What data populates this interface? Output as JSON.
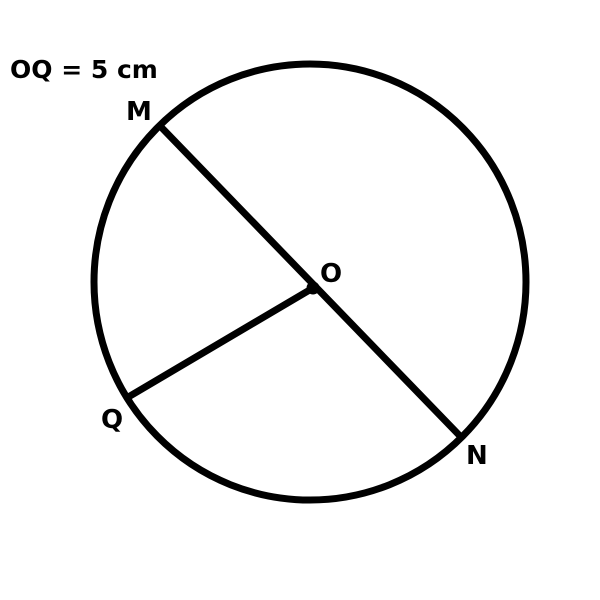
{
  "given": "OQ = 5 cm",
  "labels": {
    "center": "O",
    "M": "M",
    "N": "N",
    "Q": "Q"
  },
  "colors": {
    "stroke": "#000000",
    "background": "#ffffff"
  }
}
